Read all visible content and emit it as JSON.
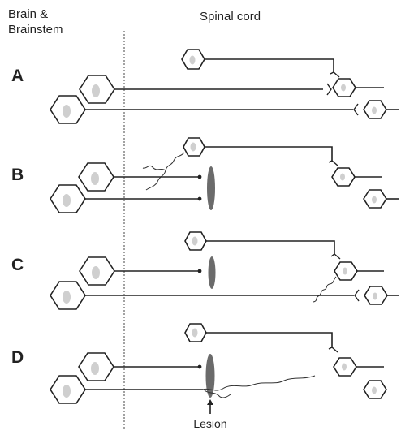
{
  "headers": {
    "brain_line1": "Brain &",
    "brain_line2": "Brainstem",
    "spinal": "Spinal cord"
  },
  "panels": [
    "A",
    "B",
    "C",
    "D"
  ],
  "lesion_label": "Lesion",
  "colors": {
    "line": "#222222",
    "nucleus": "#cfcfcf",
    "lesion": "#6b6b6b"
  }
}
